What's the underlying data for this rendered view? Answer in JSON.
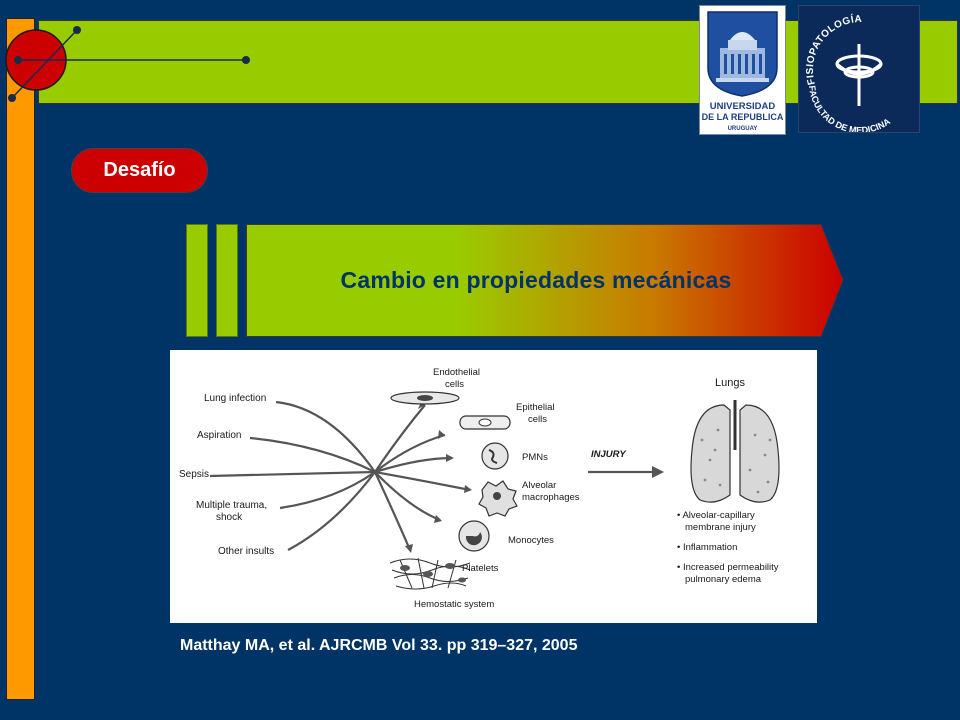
{
  "colors": {
    "background": "#003366",
    "accent_orange": "#ff9900",
    "accent_green": "#99cc00",
    "accent_red": "#cc0000"
  },
  "logos": {
    "udelar": {
      "line1": "UNIVERSIDAD",
      "line2": "DE LA REPUBLICA",
      "line3": "URUGUAY"
    },
    "fisiopatologia": {
      "arc_top": "FISIOPATOLOGÍA",
      "arc_bottom": "FACULTAD DE MEDICINA"
    }
  },
  "badge": {
    "label": "Desafío"
  },
  "title": {
    "text": "Cambio en propiedades mecánicas"
  },
  "figure": {
    "causes": [
      "Lung infection",
      "Aspiration",
      "Sepsis",
      "Multiple trauma,",
      "shock",
      "Other insults"
    ],
    "cells": {
      "endothelial_1": "Endothelial",
      "endothelial_2": "cells",
      "epithelial_1": "Epithelial",
      "epithelial_2": "cells",
      "pmns": "PMNs",
      "alveolar_1": "Alveolar",
      "alveolar_2": "macrophages",
      "monocytes": "Monocytes",
      "platelets": "Platelets",
      "hemostatic": "Hemostatic system"
    },
    "injury": "INJURY",
    "lungs": "Lungs",
    "outcomes": {
      "o1a": "• Alveolar-capillary",
      "o1b": "membrane injury",
      "o2": "• Inflammation",
      "o3a": "• Increased permeability",
      "o3b": "pulmonary edema"
    }
  },
  "citation": {
    "text": "Matthay MA, et al. AJRCMB Vol 33. pp 319–327, 2005"
  }
}
